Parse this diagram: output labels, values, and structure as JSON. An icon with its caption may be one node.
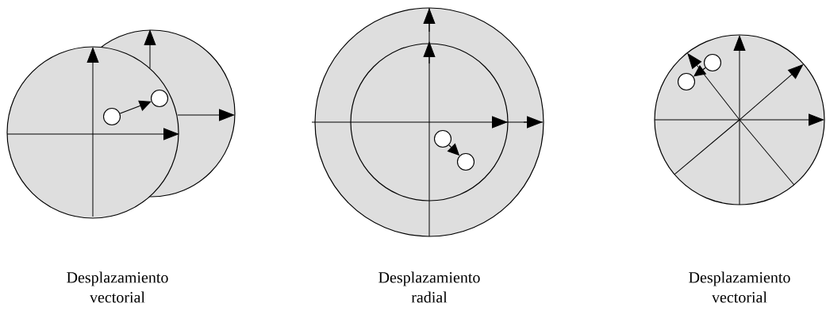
{
  "diagram": {
    "nodes": [
      {
        "text": [],
        "shape": "circle"
      },
      {
        "text": [],
        "shape": "circle"
      },
      {
        "text": [],
        "shape": "circle"
      },
      {
        "text": [],
        "shape": "circle"
      },
      {
        "text": [],
        "shape": "circle"
      },
      {
        "text": [],
        "shape": "circle"
      }
    ],
    "edges": [
      {
        "from": 0,
        "to": 1,
        "arrow": "to"
      },
      {
        "from": 2,
        "to": 3,
        "arrow": "to"
      },
      {
        "from": 4,
        "to": 5,
        "arrow": "to"
      }
    ],
    "labels": [
      "Desplazamiento vectorial",
      "Desplazamiento radial",
      "Desplazamiento vectorial"
    ]
  }
}
